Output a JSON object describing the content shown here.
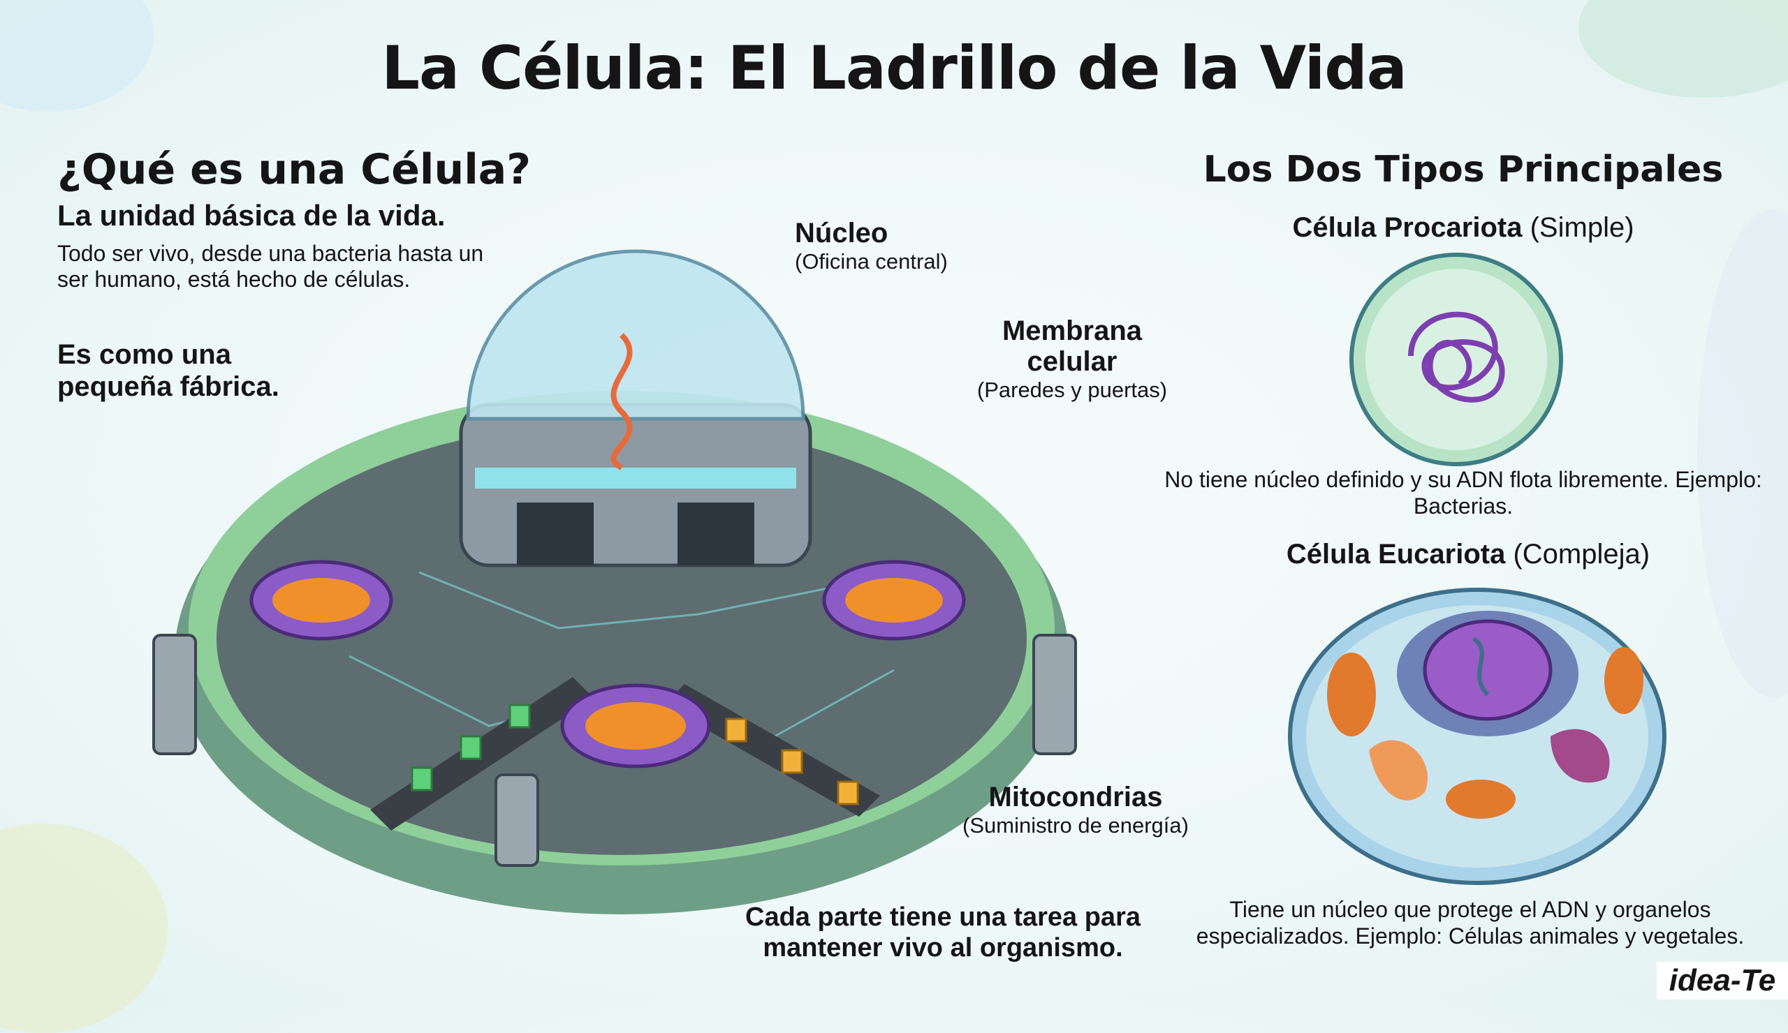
{
  "title": "La Célula: El Ladrillo de la Vida",
  "left": {
    "heading": "¿Qué es una Célula?",
    "subheading": "La unidad básica de la vida.",
    "body": "Todo ser vivo, desde una bacteria hasta un ser humano, está hecho de células.",
    "analogy": "Es como una pequeña fábrica."
  },
  "diagram": {
    "labels": [
      {
        "name": "Núcleo",
        "desc": "(Oficina central)"
      },
      {
        "name": "Membrana celular",
        "desc": "(Paredes y puertas)"
      },
      {
        "name": "Mitocondrias",
        "desc": "(Suministro de energía)"
      }
    ],
    "caption": "Cada parte tiene una tarea para mantener vivo al organismo."
  },
  "right": {
    "heading": "Los Dos Tipos Principales",
    "types": [
      {
        "name": "Célula Procariota",
        "qualifier": "(Simple)",
        "desc": "No tiene núcleo definido y su ADN flota libremente. Ejemplo: Bacterias."
      },
      {
        "name": "Célula Eucariota",
        "qualifier": "(Compleja)",
        "desc": "Tiene un núcleo que protege el ADN y organelos especializados. Ejemplo: Células animales y vegetales."
      }
    ]
  },
  "logo": "idea-Te"
}
